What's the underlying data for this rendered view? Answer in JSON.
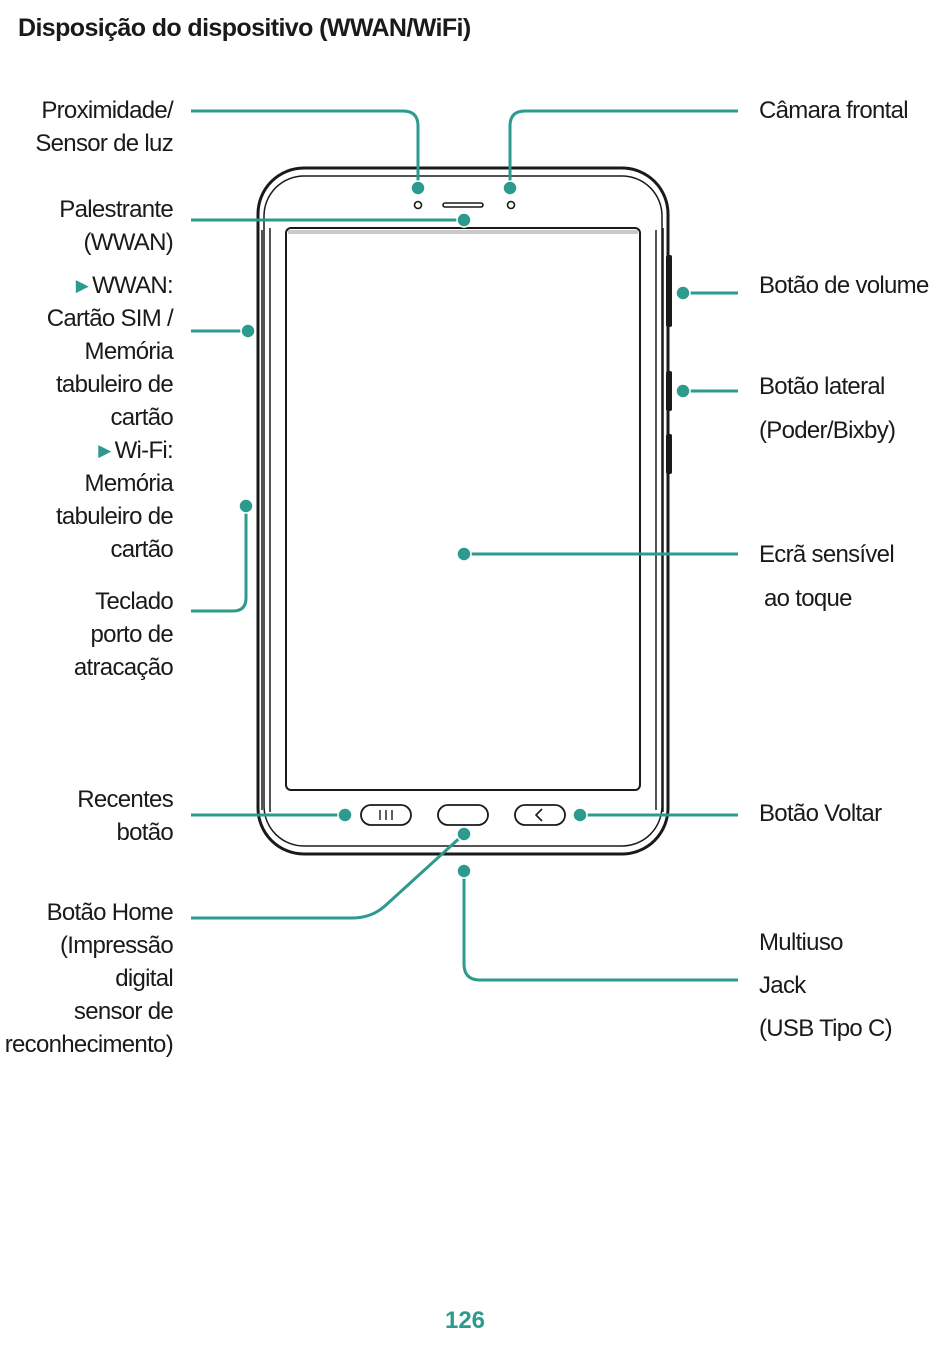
{
  "title": "Disposição do dispositivo (WWAN/WiFi)",
  "labels": {
    "proximity": [
      "Proximidade/",
      "Sensor de luz"
    ],
    "speaker": [
      "Palestrante",
      "(WWAN)"
    ],
    "wwan_header": "WWAN:",
    "wwan_lines": [
      "Cartão SIM /",
      "Memória",
      "tabuleiro de",
      "cartão"
    ],
    "wifi_header": "Wi-Fi:",
    "wifi_lines": [
      "Memória",
      "tabuleiro de",
      "cartão"
    ],
    "keyboard": [
      "Teclado",
      "porto de",
      "atracação"
    ],
    "recents": [
      "Recentes",
      "botão"
    ],
    "home": [
      "Botão Home",
      "(Impressão",
      "digital",
      "sensor de",
      "reconhecimento)"
    ],
    "front_camera": "Câmara frontal",
    "volume": "Botão de volume",
    "side_button": [
      "Botão lateral",
      "(Poder/Bixby)"
    ],
    "touchscreen": [
      "Ecrã sensível",
      "ao toque"
    ],
    "back": "Botão Voltar",
    "multipurpose": [
      "Multiuso",
      "Jack",
      "(USB Tipo C)"
    ]
  },
  "page_number": "126",
  "colors": {
    "accent": "#2d9a8e",
    "outline": "#1a1a1a"
  },
  "icons": {
    "bullet": "triangle-bullet-icon"
  }
}
